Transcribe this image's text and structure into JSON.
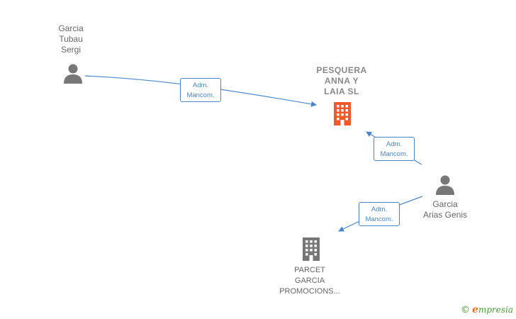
{
  "nodes": {
    "person_sergi": {
      "label": "Garcia\nTubau\nSergi",
      "icon": "person-icon"
    },
    "person_genis": {
      "label": "Garcia\nArias Genis",
      "icon": "person-icon"
    },
    "company_pesquera": {
      "label": "PESQUERA\nANNA Y\nLAIA  SL",
      "icon": "building-icon",
      "color": "#f05a28"
    },
    "company_parcet": {
      "label": "PARCET\nGARCIA\nPROMOCIONS...",
      "icon": "building-icon",
      "color": "#777777"
    }
  },
  "edges": [
    {
      "from": "person_sergi",
      "to": "company_pesquera",
      "label_line1": "Adm.",
      "label_line2": "Mancom."
    },
    {
      "from": "person_genis",
      "to": "company_pesquera",
      "label_line1": "Adm.",
      "label_line2": "Mancom."
    },
    {
      "from": "person_genis",
      "to": "company_parcet",
      "label_line1": "Adm.",
      "label_line2": "Mancom."
    }
  ],
  "colors": {
    "edge": "#4a86c8",
    "person": "#777777"
  },
  "brand": {
    "copyright": "©",
    "initial": "e",
    "rest": "mpresia"
  }
}
